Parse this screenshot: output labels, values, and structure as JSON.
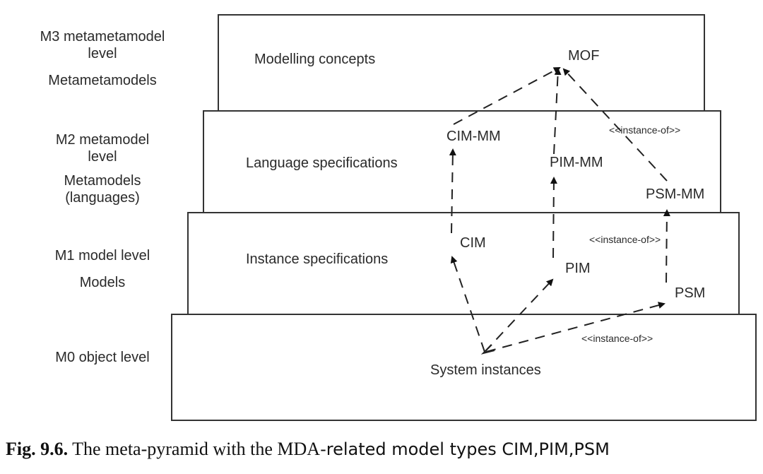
{
  "levels": {
    "m3": {
      "line1": "M3 metametamodel",
      "line2": "level",
      "line3": "Metametamodels"
    },
    "m2": {
      "line1": "M2 metamodel",
      "line2": "level",
      "line3": "Metamodels",
      "line4": "(languages)"
    },
    "m1": {
      "line1": "M1 model level",
      "line2": "Models"
    },
    "m0": {
      "line1": "M0 object level"
    }
  },
  "boxes": {
    "m3": {
      "label": "Modelling concepts"
    },
    "m2": {
      "label": "Language specifications"
    },
    "m1": {
      "label": "Instance specifications"
    },
    "m0": {
      "label": "System instances"
    }
  },
  "nodes": {
    "mof": "MOF",
    "cim_mm": "CIM-MM",
    "pim_mm": "PIM-MM",
    "psm_mm": "PSM-MM",
    "cim": "CIM",
    "pim": "PIM",
    "psm": "PSM",
    "system_instances": "System instances"
  },
  "annotations": {
    "instance_of_m2": "<<instance-of>>",
    "instance_of_m1": "<<instance-of>>",
    "instance_of_m0": "<<instance-of>>"
  },
  "caption": {
    "prefix_bold": "Fig. 9.6.",
    "serif_part": " The meta-pyramid with the MDA",
    "sans_part": "-related model types CIM,PIM,PSM"
  }
}
